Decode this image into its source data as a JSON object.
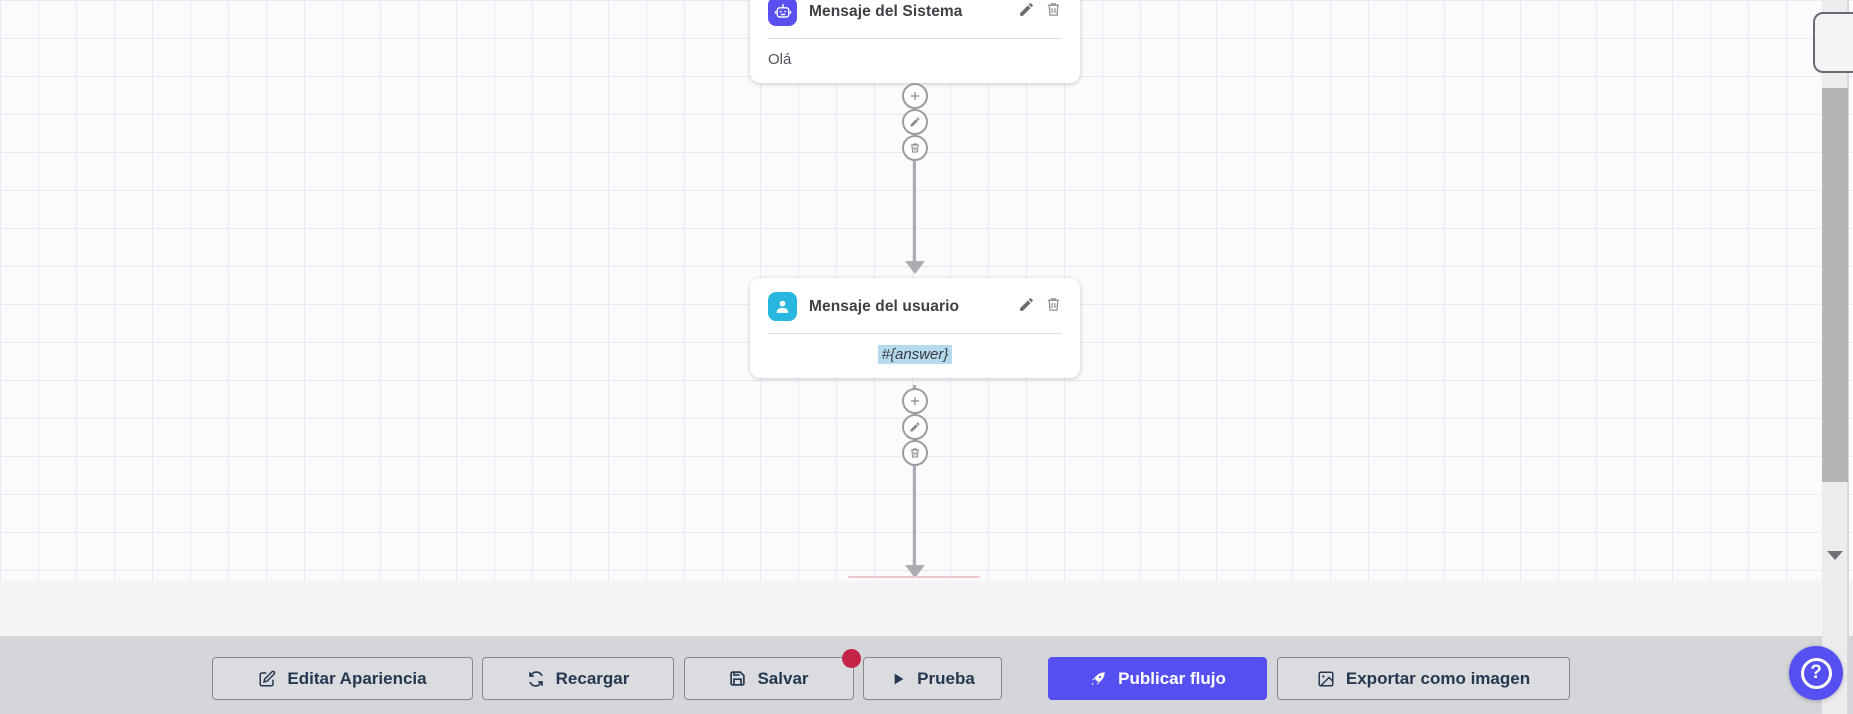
{
  "flow": {
    "system_node": {
      "title": "Mensaje del Sistema",
      "content": "Olá"
    },
    "user_node": {
      "title": "Mensaje del usuario",
      "content": "#{answer}"
    }
  },
  "toolbar": {
    "edit_appearance": "Editar Apariencia",
    "reload": "Recargar",
    "save": "Salvar",
    "test": "Prueba",
    "publish": "Publicar flujo",
    "export_image": "Exportar como imagen"
  },
  "help_label": "?",
  "colors": {
    "primary": "#564ff2",
    "system_node_icon_bg": "#5a50f0",
    "user_node_icon_bg": "#29b7e0",
    "save_badge": "#c22347",
    "answer_highlight": "#b5daec",
    "toolbar_bg": "#d5d6da"
  }
}
